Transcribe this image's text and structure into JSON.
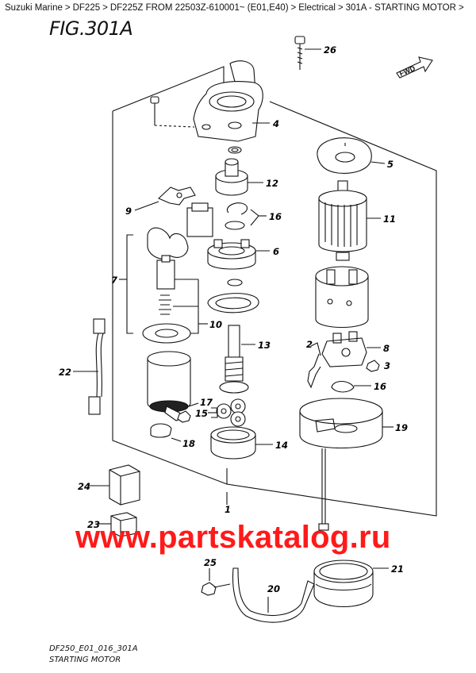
{
  "breadcrumb": [
    "Suzuki Marine",
    "DF225",
    "DF225Z FROM 22503Z-610001~ (E01,E40)",
    "Electrical",
    "301A - STARTING MOTOR",
    ""
  ],
  "figure": {
    "title": "FIG.301A",
    "fwd_label": "FWD",
    "code": "DF250_E01_016_301A",
    "name": "STARTING MOTOR"
  },
  "callouts": [
    "26",
    "4",
    "5",
    "12",
    "9",
    "16",
    "11",
    "6",
    "7",
    "10",
    "13",
    "2",
    "8",
    "3",
    "22",
    "16",
    "17",
    "15",
    "18",
    "14",
    "19",
    "24",
    "1",
    "23",
    "25",
    "20",
    "21"
  ],
  "watermark": "www.partskatalog.ru"
}
